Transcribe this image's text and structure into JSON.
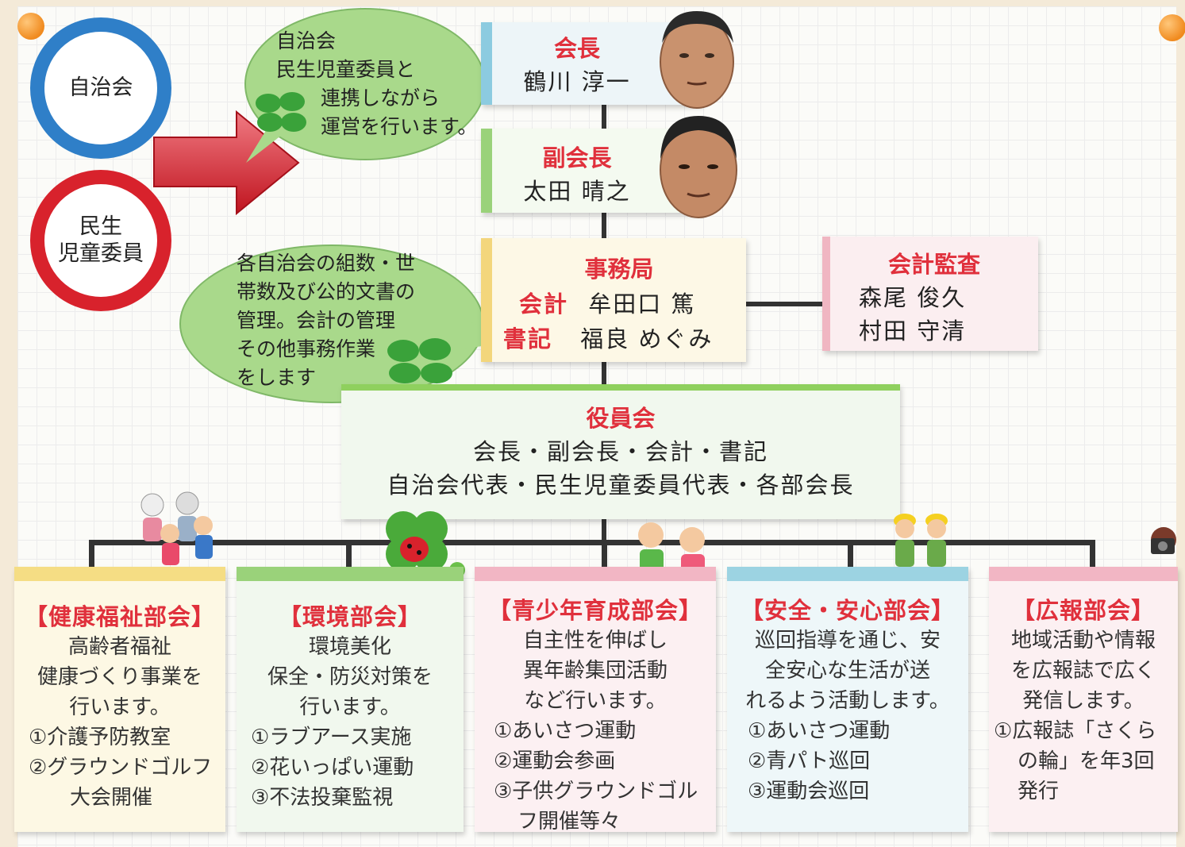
{
  "circles": {
    "jichikai": "自治会",
    "minsei_line1": "民生",
    "minsei_line2": "児童委員"
  },
  "bubble_top": {
    "line1": "自治会",
    "line2": "民生児童委員と",
    "line3": "連携しながら",
    "line4": "運営を行います。"
  },
  "bubble_mid": {
    "line1": "各自治会の組数・世",
    "line2": "帯数及び公的文書の",
    "line3": "管理。会計の管理",
    "line4": "その他事務作業",
    "line5": "をします"
  },
  "president": {
    "role": "会長",
    "name": "鶴川 淳一"
  },
  "vice_president": {
    "role": "副会長",
    "name": "太田 晴之"
  },
  "secretariat": {
    "title": "事務局",
    "accountant_role": "会計",
    "accountant_name": "牟田口 篤",
    "clerk_role": "書記",
    "clerk_name": "福良 めぐみ"
  },
  "audit": {
    "title": "会計監査",
    "name1": "森尾 俊久",
    "name2": "村田 守清"
  },
  "board": {
    "title": "役員会",
    "line1": "会長・副会長・会計・書記",
    "line2": "自治会代表・民生児童委員代表・各部会長"
  },
  "departments": [
    {
      "title": "【健康福祉部会】",
      "body": [
        "高齢者福祉",
        "健康づくり事業を",
        "行います。"
      ],
      "list": [
        "①介護予防教室",
        "②グラウンドゴルフ",
        "大会開催"
      ]
    },
    {
      "title": "【環境部会】",
      "body": [
        "環境美化",
        "保全・防災対策を",
        "行います。"
      ],
      "list": [
        "①ラブアース実施",
        "②花いっぱい運動",
        "③不法投棄監視"
      ]
    },
    {
      "title": "【青少年育成部会】",
      "body": [
        "自主性を伸ばし",
        "異年齢集団活動",
        "など行います。"
      ],
      "list": [
        "①あいさつ運動",
        "②運動会参画",
        "③子供グラウンドゴル",
        "フ開催等々"
      ]
    },
    {
      "title": "【安全・安心部会】",
      "body": [
        "巡回指導を通じ、安",
        "全安心な生活が送",
        "れるよう活動します。"
      ],
      "list": [
        "①あいさつ運動",
        "②青パト巡回",
        "③運動会巡回"
      ]
    },
    {
      "title": "【広報部会】",
      "body": [
        "地域活動や情報",
        "を広報誌で広く",
        "発信します。"
      ],
      "list": [
        "①広報誌「さくら",
        "の輪」を年3回",
        "発行"
      ]
    }
  ],
  "colors": {
    "title_red": "#e0303c",
    "blue_ring": "#2f7fc8",
    "red_ring": "#d8222c",
    "bubble_green": "#a9d98b",
    "arrow_red": "#d9232f"
  }
}
